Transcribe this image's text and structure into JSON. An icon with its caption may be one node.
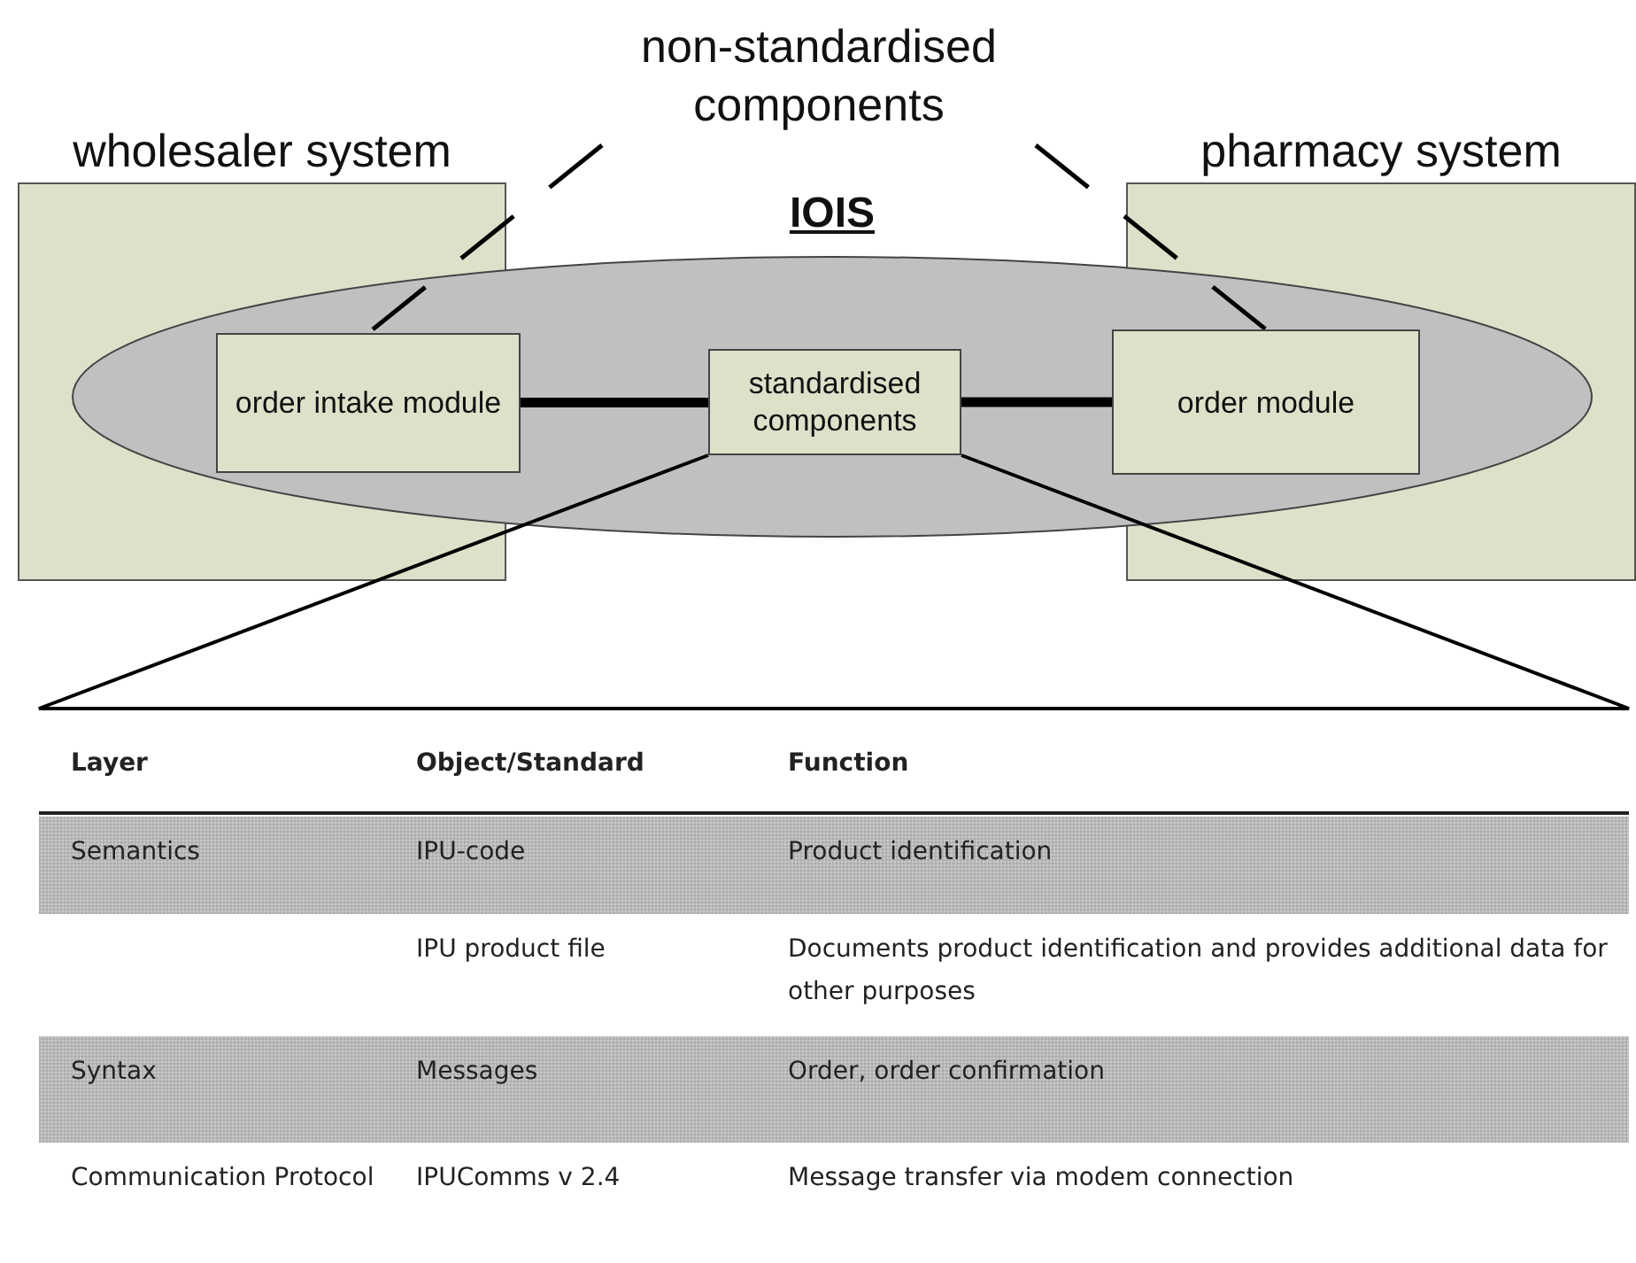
{
  "diagram": {
    "nodes": [
      {
        "text": [
          "wholesaler system"
        ]
      },
      {
        "text": [
          "pharmacy system"
        ]
      },
      {
        "text": [
          "IOIS"
        ]
      },
      {
        "text": [
          "order intake module"
        ]
      },
      {
        "text": [
          "standardised components"
        ],
        "in": 2
      },
      {
        "text": [
          "order module"
        ]
      },
      {
        "text": [
          "non-standardised components"
        ]
      }
    ],
    "edges": [
      {
        "from": 3,
        "to": 4,
        "arrow": "none",
        "style": "thick"
      },
      {
        "from": 4,
        "to": 5,
        "arrow": "none",
        "style": "thick"
      },
      {
        "from": 6,
        "to": 3,
        "arrow": "none",
        "style": "dashed"
      },
      {
        "from": 6,
        "to": 5,
        "arrow": "none",
        "style": "dashed"
      }
    ],
    "labels": [
      "Layer",
      "Object/Standard",
      "Function",
      "Semantics",
      "IPU-code",
      "Product identification",
      "IPU product file",
      "Documents product identification and provides additional data for other purposes",
      "Syntax",
      "Messages",
      "Order, order confirmation",
      "Communication Protocol",
      "IPUComms v 2.4",
      "Message transfer via modem connection"
    ]
  }
}
